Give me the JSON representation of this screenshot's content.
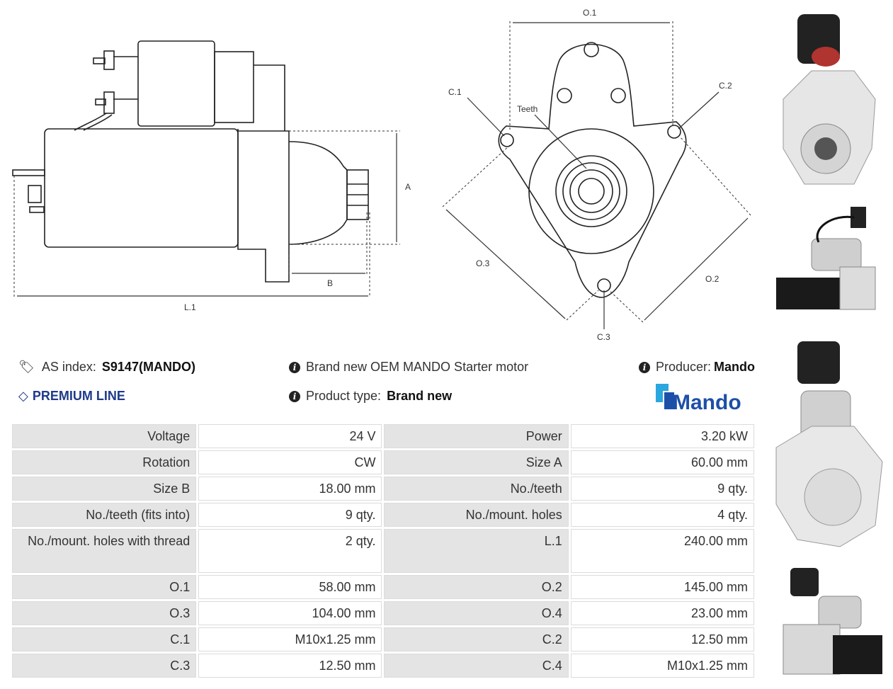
{
  "diagram_labels": {
    "side_A": "A",
    "side_B": "B",
    "side_L1": "L.1",
    "front_O1": "O.1",
    "front_O2": "O.2",
    "front_O3": "O.3",
    "front_C1": "C.1",
    "front_C2": "C.2",
    "front_C3": "C.3",
    "front_teeth": "Teeth"
  },
  "info": {
    "as_index_label": "AS index:",
    "as_index_value": "S9147(MANDO)",
    "premium_line": "PREMIUM LINE",
    "description": "Brand new OEM MANDO Starter motor",
    "product_type_label": "Product type:",
    "product_type_value": "Brand new",
    "producer_label": "Producer:",
    "producer_value": "Mando",
    "brand_logo_text": "Mando"
  },
  "specs": [
    {
      "k1": "Voltage",
      "v1": "24 V",
      "k2": "Power",
      "v2": "3.20 kW"
    },
    {
      "k1": "Rotation",
      "v1": "CW",
      "k2": "Size A",
      "v2": "60.00 mm"
    },
    {
      "k1": "Size B",
      "v1": "18.00 mm",
      "k2": "No./teeth",
      "v2": "9 qty."
    },
    {
      "k1": "No./teeth (fits into)",
      "v1": "9 qty.",
      "k2": "No./mount. holes",
      "v2": "4 qty."
    },
    {
      "k1": "No./mount. holes with thread",
      "v1": "2 qty.",
      "k2": "L.1",
      "v2": "240.00 mm"
    },
    {
      "k1": "O.1",
      "v1": "58.00 mm",
      "k2": "O.2",
      "v2": "145.00 mm"
    },
    {
      "k1": "O.3",
      "v1": "104.00 mm",
      "k2": "O.4",
      "v2": "23.00 mm"
    },
    {
      "k1": "C.1",
      "v1": "M10x1.25 mm",
      "k2": "C.2",
      "v2": "12.50 mm"
    },
    {
      "k1": "C.3",
      "v1": "12.50 mm",
      "k2": "C.4",
      "v2": "M10x1.25 mm"
    }
  ],
  "colors": {
    "premium": "#1e3a8a",
    "brand_blue": "#1d4fa8",
    "brand_cyan": "#2aa7df",
    "key_cell_bg": "#e4e4e4"
  }
}
